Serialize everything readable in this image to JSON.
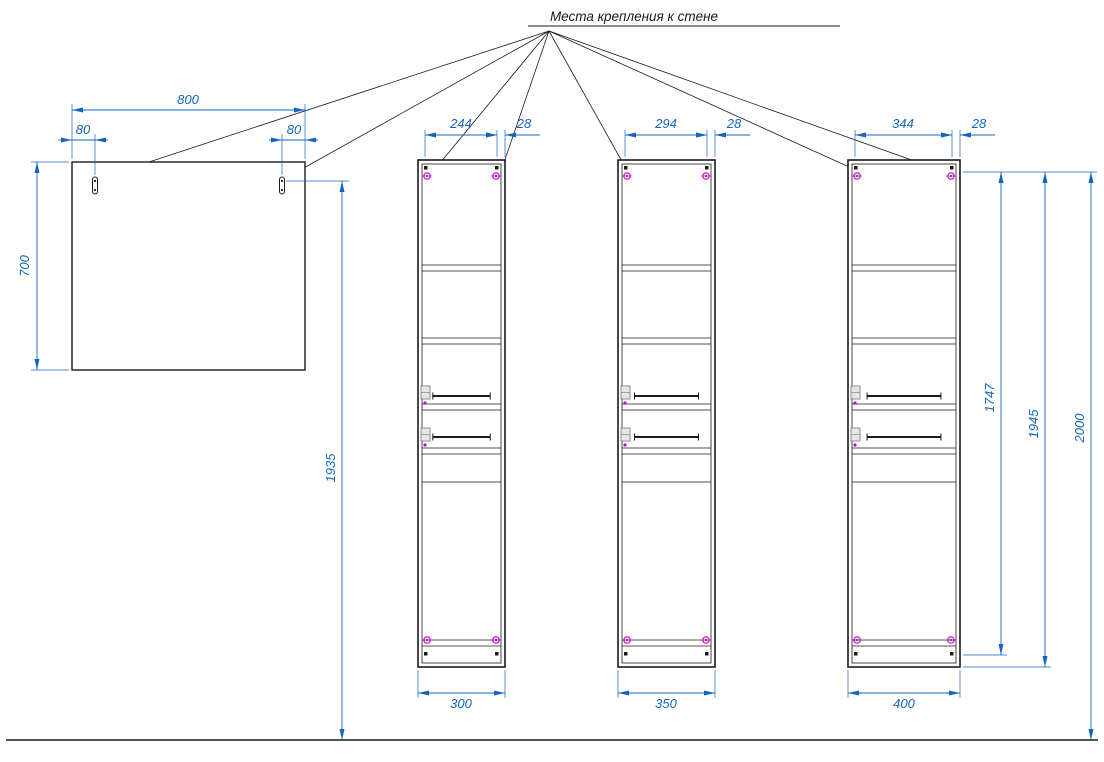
{
  "title": "Места  крепления  к  стене",
  "colors": {
    "dimension": "#1565C0",
    "outline": "#1a1a1a",
    "hinge": "#CC00CC",
    "hardware": "#777777"
  },
  "mirror": {
    "width": "800",
    "offset_left": "80",
    "offset_right": "80",
    "height": "700",
    "mount_height": "1935"
  },
  "cabinets": [
    {
      "door_width": "244",
      "side_gap": "28",
      "width": "300"
    },
    {
      "door_width": "294",
      "side_gap": "28",
      "width": "350"
    },
    {
      "door_width": "344",
      "side_gap": "28",
      "width": "400"
    }
  ],
  "heights": {
    "carcass": "1747",
    "body": "1945",
    "total": "2000"
  }
}
